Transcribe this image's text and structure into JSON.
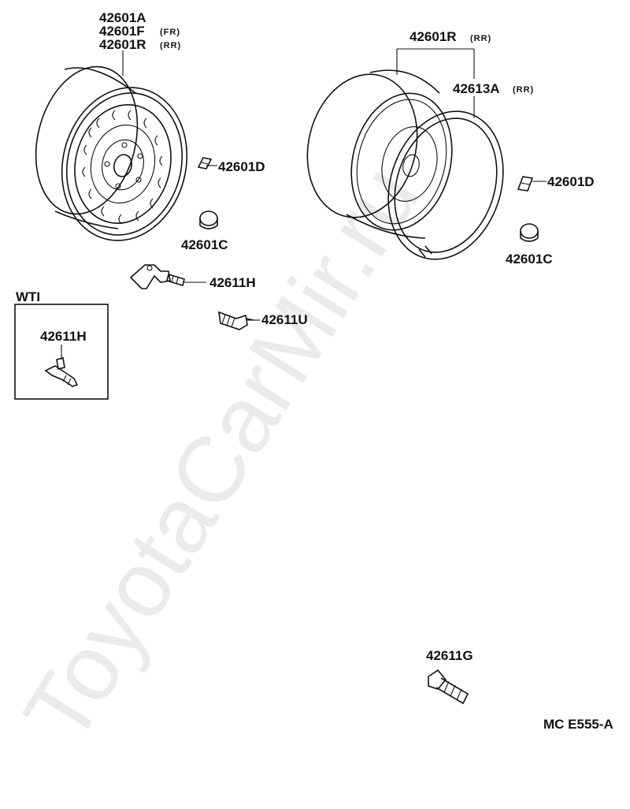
{
  "labels": {
    "wheel_main_a": "42601A",
    "wheel_main_f": "42601F",
    "wheel_main_f_note": "(FR)",
    "wheel_main_r": "42601R",
    "wheel_main_r_note": "(RR)",
    "wheel_right": "42601R",
    "wheel_right_note": "(RR)",
    "rim_ring": "42613A",
    "rim_ring_note": "(RR)",
    "weight_left": "42601D",
    "weight_right": "42601D",
    "cap_left": "42601C",
    "cap_right": "42601C",
    "valve_h": "42611H",
    "valve_u": "42611U",
    "bolt_g": "42611G",
    "inset_title": "WTI",
    "inset_valve": "42611H",
    "figure_code": "MC  E555-A"
  },
  "watermark": "ToyotaCarMir.ru",
  "colors": {
    "ink": "#111111",
    "background": "#ffffff",
    "watermark": "#000000"
  }
}
